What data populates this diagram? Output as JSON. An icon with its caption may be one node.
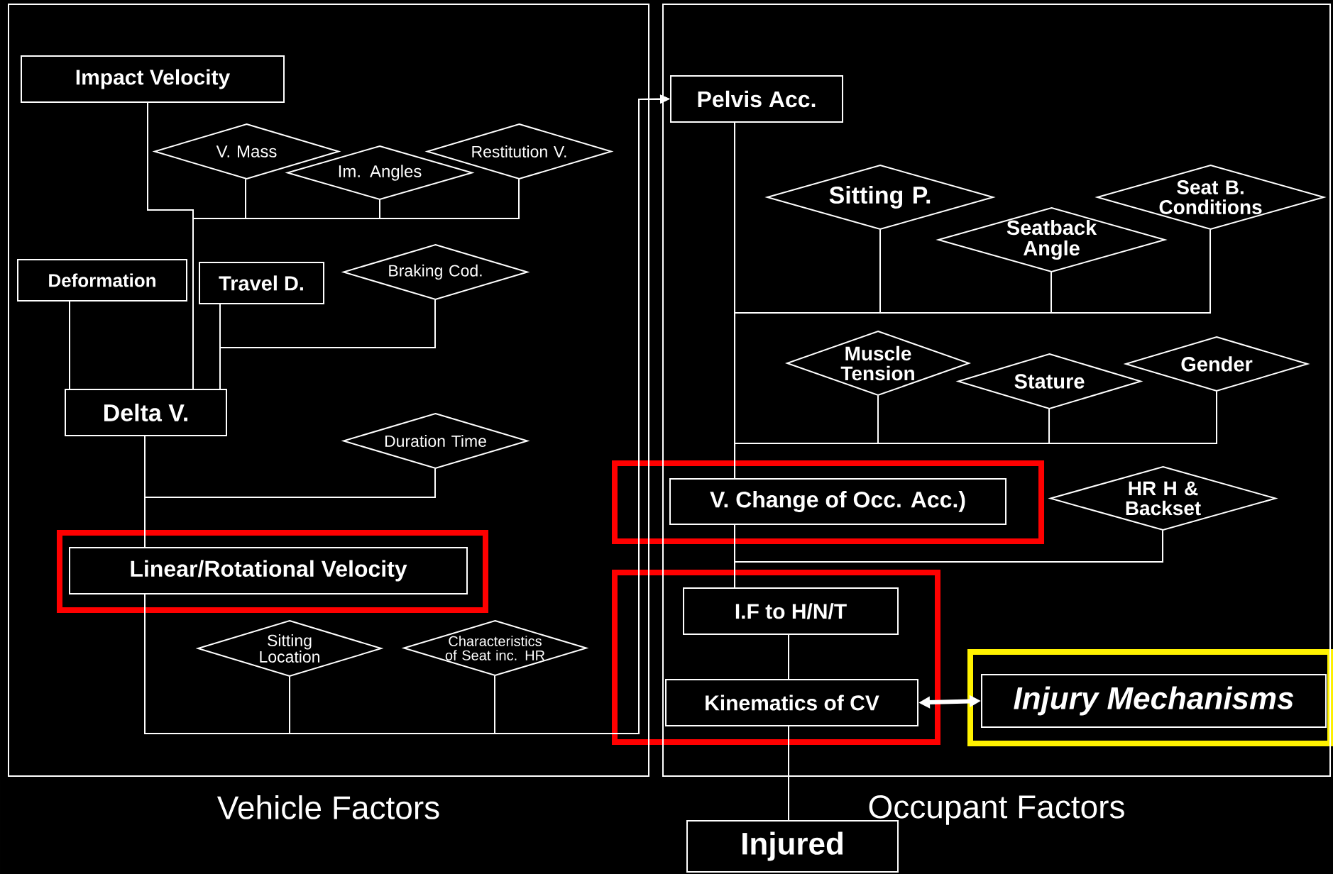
{
  "diagram": {
    "nodes": [
      {
        "text": [
          "Vehicle Factors"
        ]
      },
      {
        "text": [
          "Occupant Factors"
        ]
      },
      {
        "text": [
          "Impact Velocity"
        ],
        "in": 0
      },
      {
        "text": [
          "V. Mass"
        ],
        "in": 0
      },
      {
        "text": [
          "Im. Angles"
        ],
        "in": 0
      },
      {
        "text": [
          "Restitution V."
        ],
        "in": 0
      },
      {
        "text": [
          "Deformation"
        ],
        "in": 0
      },
      {
        "text": [
          "Travel D."
        ],
        "in": 0
      },
      {
        "text": [
          "Braking Cod."
        ],
        "in": 0
      },
      {
        "text": [
          "Delta V."
        ],
        "in": 0
      },
      {
        "text": [
          "Duration Time"
        ],
        "in": 0
      },
      {
        "text": [
          "Linear/Rotational Velocity"
        ],
        "in": 0
      },
      {
        "text": [
          "Sitting Location"
        ],
        "in": 0
      },
      {
        "text": [
          "Characteristics of Seat inc. HR"
        ],
        "in": 0
      },
      {
        "text": [
          "Pelvis Acc."
        ],
        "in": 1
      },
      {
        "text": [
          "Sitting P."
        ],
        "in": 1
      },
      {
        "text": [
          "Seatback Angle"
        ],
        "in": 1
      },
      {
        "text": [
          "Seat B. Conditions"
        ],
        "in": 1
      },
      {
        "text": [
          "Muscle Tension"
        ],
        "in": 1
      },
      {
        "text": [
          "Stature"
        ],
        "in": 1
      },
      {
        "text": [
          "Gender"
        ],
        "in": 1
      },
      {
        "text": [
          "V. Change of Occ. Acc.)"
        ],
        "in": 1
      },
      {
        "text": [
          "HR H & Backset"
        ],
        "in": 1
      },
      {
        "text": [
          "I.F to H/N/T"
        ],
        "in": 1
      },
      {
        "text": [
          "Kinematics of CV"
        ],
        "in": 1
      },
      {
        "text": [
          "Injury Mechanisms"
        ],
        "in": 1
      },
      {
        "text": [
          "Injured"
        ]
      }
    ],
    "edges": [
      {
        "from": 2,
        "to": 9,
        "arrow": "none"
      },
      {
        "from": 3,
        "to": 9,
        "arrow": "none"
      },
      {
        "from": 4,
        "to": 9,
        "arrow": "none"
      },
      {
        "from": 5,
        "to": 9,
        "arrow": "none"
      },
      {
        "from": 6,
        "to": 9,
        "arrow": "none"
      },
      {
        "from": 7,
        "to": 9,
        "arrow": "none"
      },
      {
        "from": 8,
        "to": 9,
        "arrow": "none"
      },
      {
        "from": 9,
        "to": 11,
        "arrow": "none"
      },
      {
        "from": 10,
        "to": 11,
        "arrow": "none"
      },
      {
        "from": 11,
        "to": 14,
        "arrow": "to"
      },
      {
        "from": 12,
        "to": 14,
        "arrow": "to"
      },
      {
        "from": 13,
        "to": 14,
        "arrow": "to"
      },
      {
        "from": 14,
        "to": 21,
        "arrow": "none"
      },
      {
        "from": 15,
        "to": 21,
        "arrow": "none"
      },
      {
        "from": 16,
        "to": 21,
        "arrow": "none"
      },
      {
        "from": 17,
        "to": 21,
        "arrow": "none"
      },
      {
        "from": 18,
        "to": 21,
        "arrow": "none"
      },
      {
        "from": 19,
        "to": 21,
        "arrow": "none"
      },
      {
        "from": 20,
        "to": 21,
        "arrow": "none"
      },
      {
        "from": 21,
        "to": 23,
        "arrow": "none"
      },
      {
        "from": 22,
        "to": 23,
        "arrow": "none"
      },
      {
        "from": 23,
        "to": 24,
        "arrow": "none"
      },
      {
        "from": 24,
        "to": 25,
        "arrow": "both",
        "style": "thick"
      },
      {
        "from": 24,
        "to": 26,
        "arrow": "none"
      }
    ]
  }
}
